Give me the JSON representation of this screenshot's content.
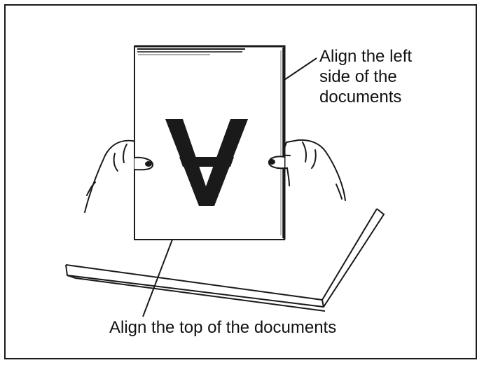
{
  "illustration": {
    "sheet_glyph": "A",
    "callouts": {
      "left_side": [
        "Align the left",
        "side of the",
        "documents"
      ],
      "top": "Align the top of the documents"
    }
  }
}
